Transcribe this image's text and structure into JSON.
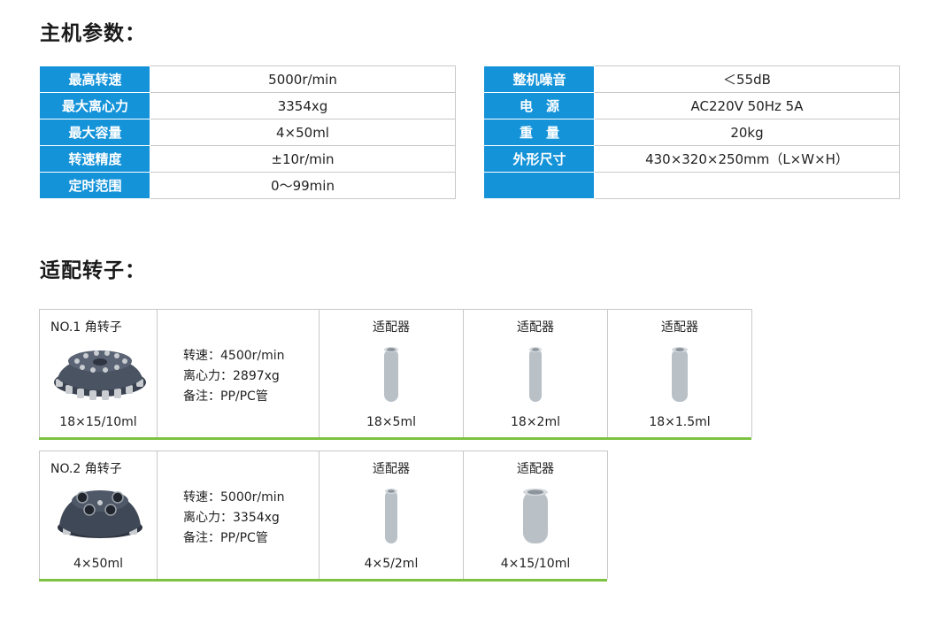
{
  "titles": {
    "host": "主机参数：",
    "rotor": "适配转子："
  },
  "spec_left": [
    {
      "key": "最高转速",
      "value": "5000r/min"
    },
    {
      "key": "最大离心力",
      "value": "3354xg"
    },
    {
      "key": "最大容量",
      "value": "4×50ml"
    },
    {
      "key": "转速精度",
      "value": "±10r/min"
    },
    {
      "key": "定时范围",
      "value": "0～99min"
    }
  ],
  "spec_right": [
    {
      "key": "整机噪音",
      "value": "＜55dB"
    },
    {
      "key": "电　源",
      "value": "AC220V 50Hz 5A"
    },
    {
      "key": "重　量",
      "value": "20kg"
    },
    {
      "key": "外形尺寸",
      "value": "430×320×250mm（L×W×H）"
    },
    {
      "key": "",
      "value": ""
    }
  ],
  "rotors": [
    {
      "name": "NO.1 角转子",
      "capacity": "18×15/10ml",
      "speed": "转速：4500r/min",
      "force": "离心力：2897xg",
      "note": "备注：PP/PC管",
      "adapters": [
        {
          "title": "适配器",
          "caption": "18×5ml"
        },
        {
          "title": "适配器",
          "caption": "18×2ml"
        },
        {
          "title": "适配器",
          "caption": "18×1.5ml"
        }
      ]
    },
    {
      "name": "NO.2 角转子",
      "capacity": "4×50ml",
      "speed": "转速：5000r/min",
      "force": "离心力：3354xg",
      "note": "备注：PP/PC管",
      "adapters": [
        {
          "title": "适配器",
          "caption": "4×5/2ml"
        },
        {
          "title": "适配器",
          "caption": "4×15/10ml"
        }
      ]
    }
  ],
  "colors": {
    "header_blue": "#1593d9",
    "accent_green": "#7dc242",
    "tube_gray": "#b9c0c6"
  }
}
